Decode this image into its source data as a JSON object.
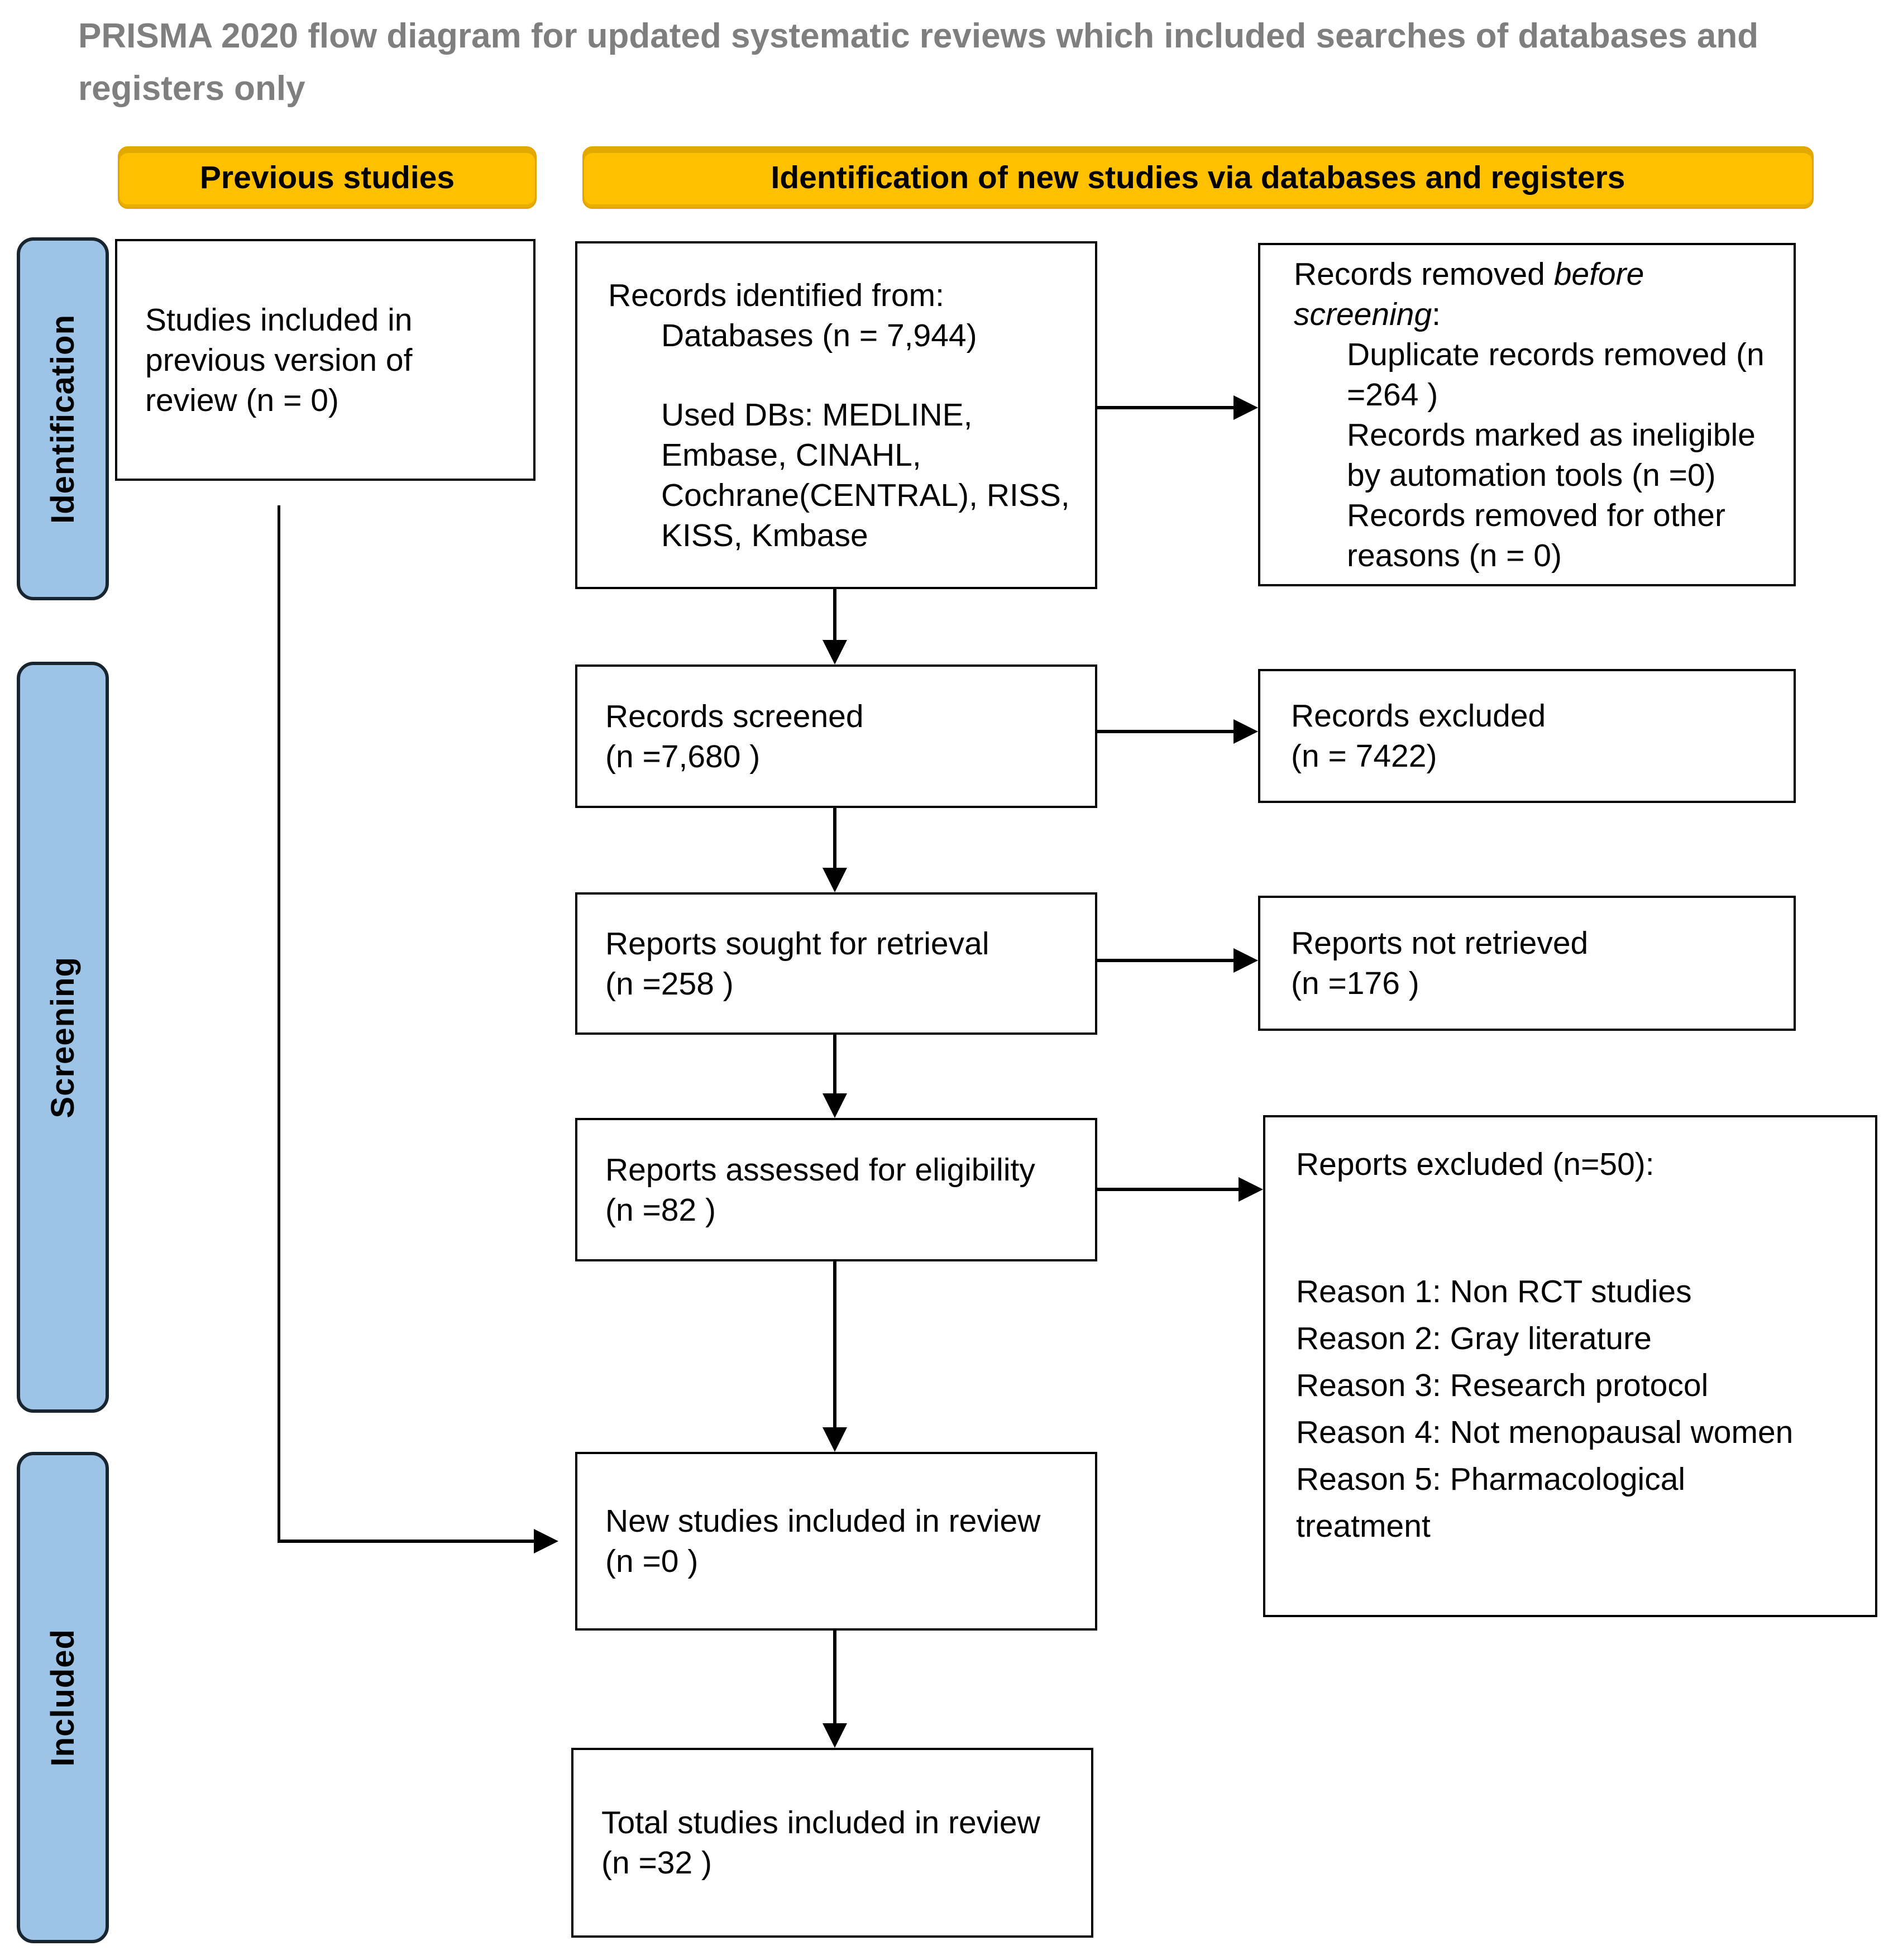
{
  "title": {
    "text": "PRISMA 2020 flow diagram for updated systematic reviews which included searches of databases and registers only"
  },
  "column_headers": {
    "previous_studies": "Previous studies",
    "new_studies": "Identification of new studies via databases and registers"
  },
  "stages": {
    "identification": "Identification",
    "screening": "Screening",
    "included": "Included"
  },
  "colors": {
    "header_fill": "#FFC000",
    "stage_fill": "#9DC3E6",
    "box_border": "#000000",
    "title_text": "#7F7F7F"
  },
  "boxes": {
    "previous_studies": {
      "text": "Studies included in previous version of review (n = 0)"
    },
    "records_identified": {
      "line1": "Records identified from:",
      "databases": "Databases (n = 7,944)",
      "used_dbs": "Used DBs: MEDLINE, Embase, CINAHL, Cochrane(CENTRAL), RISS, KISS, Kmbase"
    },
    "records_removed": {
      "lead_text": "Records removed ",
      "lead_italic": "before screening",
      "lead_suffix": ":",
      "items": [
        "Duplicate records removed (n =264 )",
        "Records marked as ineligible by automation tools (n =0)",
        "Records removed for other reasons (n = 0)"
      ]
    },
    "records_screened": {
      "line1": "Records screened",
      "line2": "(n =7,680 )"
    },
    "records_excluded": {
      "line1": "Records excluded",
      "line2": "(n = 7422)"
    },
    "reports_sought": {
      "line1": "Reports sought for retrieval",
      "line2": "(n =258 )"
    },
    "reports_not_retrieved": {
      "line1": "Reports not retrieved",
      "line2": "(n =176 )"
    },
    "reports_assessed": {
      "line1": "Reports assessed for eligibility",
      "line2": "(n =82 )"
    },
    "reports_excluded": {
      "title": "Reports excluded (n=50):",
      "reasons": [
        "Reason 1: Non RCT studies",
        "Reason 2: Gray literature",
        "Reason 3: Research protocol",
        "Reason 4: Not menopausal women",
        "Reason 5: Pharmacological treatment"
      ]
    },
    "new_studies": {
      "line1": "New studies included in review",
      "line2": "(n =0 )"
    },
    "total_studies": {
      "line1": "Total studies included in review",
      "line2": "(n =32 )"
    }
  }
}
